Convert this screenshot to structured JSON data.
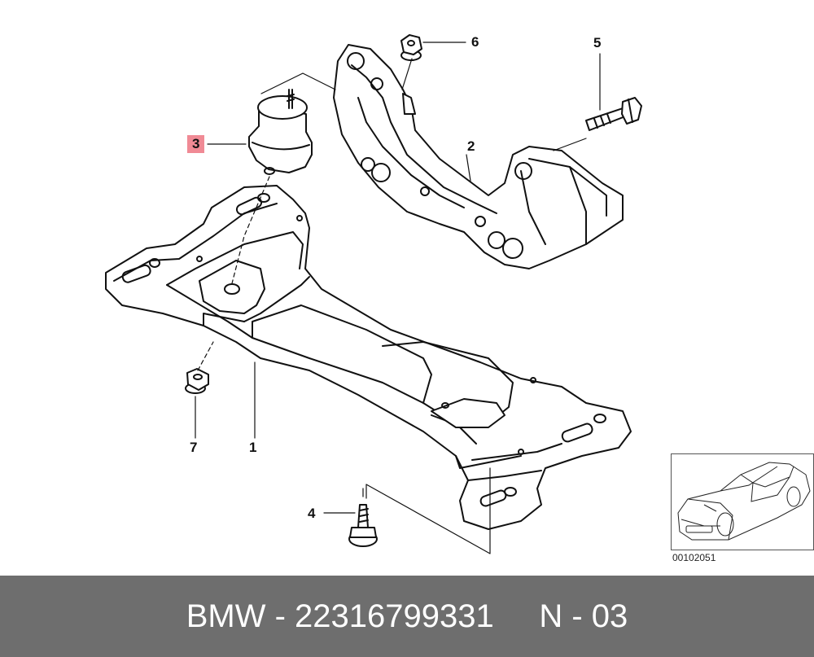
{
  "callouts": {
    "c1": "1",
    "c2": "2",
    "c3": "3",
    "c4": "4",
    "c5": "5",
    "c6": "6",
    "c7": "7"
  },
  "highlight_color": "#f08a95",
  "thumbnail": {
    "code": "00102051"
  },
  "footer": {
    "brand": "BMW",
    "sep1": " - ",
    "part_number": "22316799331",
    "gap": "     ",
    "page": "N - 03"
  },
  "footer_bg": "#6e6e6e"
}
